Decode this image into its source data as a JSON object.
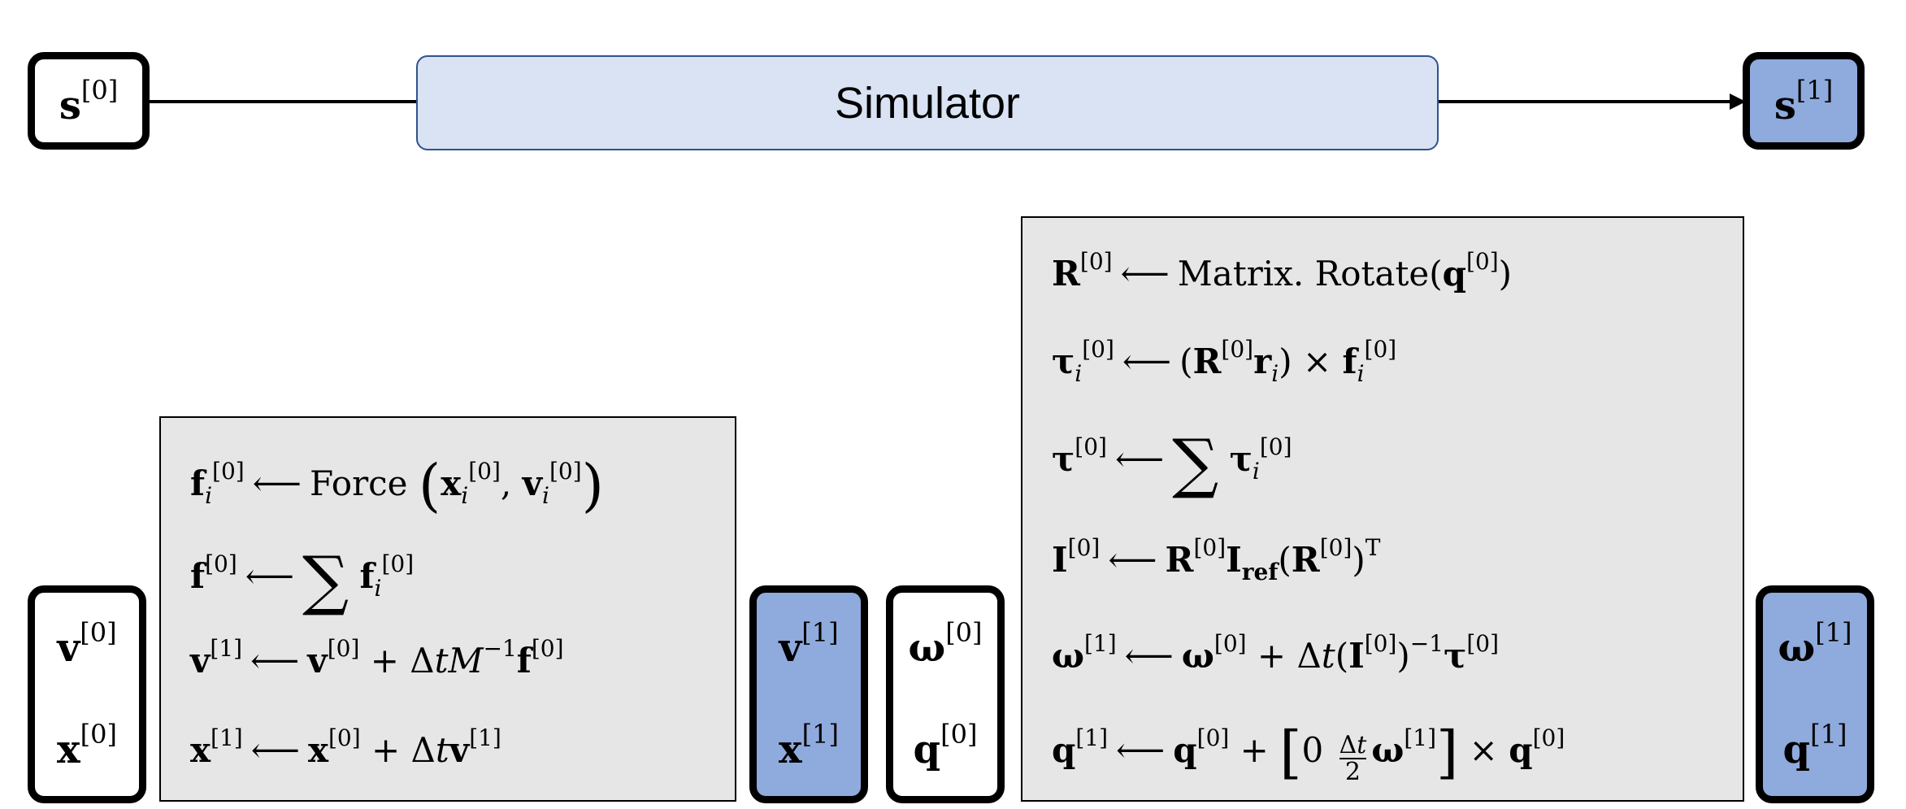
{
  "simulator": {
    "label": "Simulator"
  },
  "top_states": {
    "input": {
      "symbol": "s",
      "index": "[0]"
    },
    "output": {
      "symbol": "s",
      "index": "[1]"
    }
  },
  "linear": {
    "inputs": [
      {
        "symbol": "v",
        "index": "[0]"
      },
      {
        "symbol": "x",
        "index": "[0]"
      }
    ],
    "outputs": [
      {
        "symbol": "v",
        "index": "[1]"
      },
      {
        "symbol": "x",
        "index": "[1]"
      }
    ],
    "equations": {
      "force_fn": "Force",
      "eq1_lhs": "f",
      "eq2_lhs": "f",
      "eq3_lhs": "v",
      "eq4_lhs": "x"
    }
  },
  "angular": {
    "inputs": [
      {
        "symbol": "ω",
        "index": "[0]"
      },
      {
        "symbol": "q",
        "index": "[0]"
      }
    ],
    "outputs": [
      {
        "symbol": "ω",
        "index": "[1]"
      },
      {
        "symbol": "q",
        "index": "[1]"
      }
    ],
    "equations": {
      "rotate_fn": "Matrix. Rotate",
      "iref_sub": "ref",
      "transpose": "T"
    }
  },
  "colors": {
    "simulator_fill": "#dae3f3",
    "simulator_border": "#2f528f",
    "output_state_fill": "#8faadc",
    "equation_box_fill": "#e7e6e6"
  }
}
